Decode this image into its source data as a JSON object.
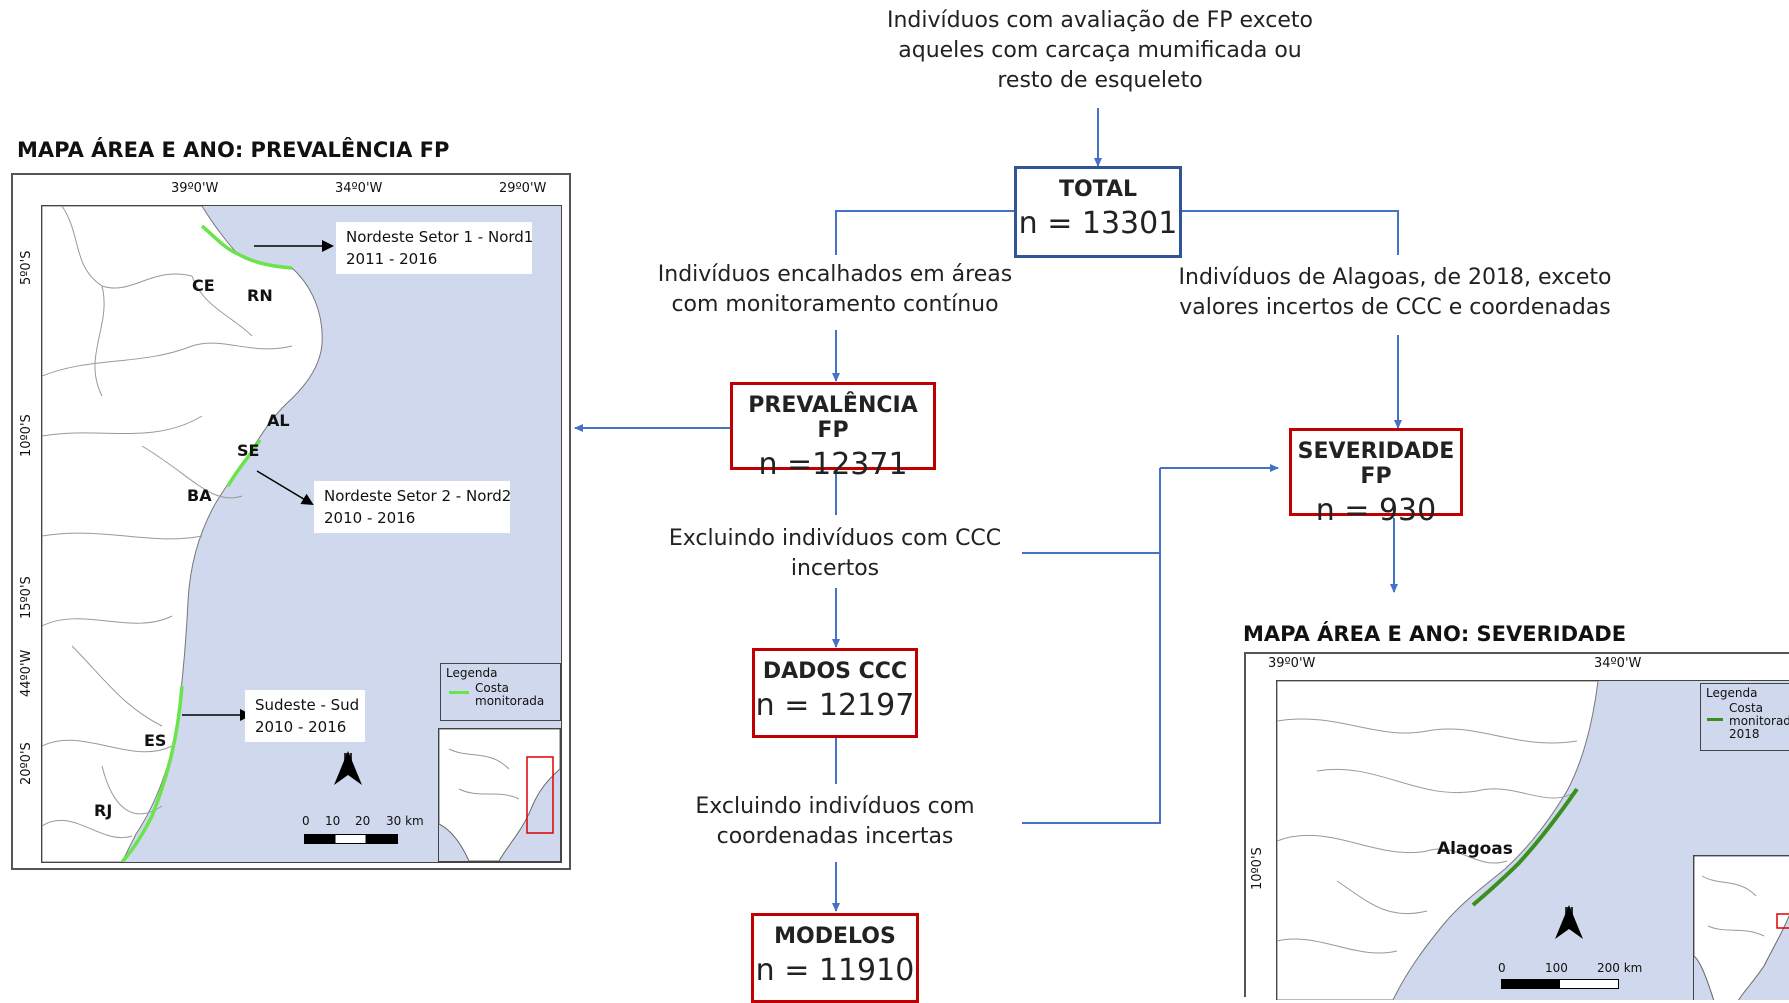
{
  "colors": {
    "blue_arrow": "#4472c4",
    "blue_box": "#2f5597",
    "red_box": "#c00000",
    "sea": "#cfd8ec",
    "coast_green": "#6be34a",
    "coast_green_dark": "#3a8f1f"
  },
  "flow": {
    "top_caption": [
      "Indivíduos com avaliação de FP exceto",
      "aqueles com carcaça mumificada ou",
      "resto de esqueleto"
    ],
    "total": {
      "title": "TOTAL",
      "n": "n = 13301"
    },
    "left_branch_caption": [
      "Indivíduos encalhados em áreas",
      "com monitoramento contínuo"
    ],
    "right_branch_caption": [
      "Indivíduos de Alagoas, de 2018, exceto",
      "valores incertos de CCC e coordenadas"
    ],
    "prevalencia": {
      "title": "PREVALÊNCIA FP",
      "n": "n =12371"
    },
    "severidade": {
      "title": "SEVERIDADE FP",
      "n": "n = 930"
    },
    "exclude_ccc_caption": [
      "Excluindo indivíduos com CCC",
      "incertos"
    ],
    "dados_ccc": {
      "title": "DADOS CCC",
      "n": "n = 12197"
    },
    "exclude_coord_caption": [
      "Excluindo indivíduos com",
      "coordenadas incertas"
    ],
    "modelos": {
      "title": "MODELOS",
      "n": "n = 11910"
    }
  },
  "map_left": {
    "title": "MAPA ÁREA E ANO:  PREVALÊNCIA FP",
    "top_ticks": [
      "39º0'W",
      "34º0'W",
      "29º0'W"
    ],
    "left_ticks": [
      "5º0'S",
      "10º0'S",
      "15º0'S",
      "44º0'W",
      "20º0'S"
    ],
    "states": [
      "CE",
      "RN",
      "AL",
      "SE",
      "BA",
      "ES",
      "RJ"
    ],
    "callouts": [
      {
        "line1": "Nordeste Setor 1 - Nord1",
        "line2": "2011 - 2016"
      },
      {
        "line1": "Nordeste Setor 2 - Nord2",
        "line2": "2010 - 2016"
      },
      {
        "line1": "Sudeste - Sud",
        "line2": "2010 - 2016"
      }
    ],
    "legend": {
      "title": "Legenda",
      "item_line1": "Costa",
      "item_line2": "monitorada"
    },
    "north_label": "N",
    "scale": [
      "0",
      "10",
      "20",
      "30 km"
    ]
  },
  "map_right": {
    "title": "MAPA ÁREA E ANO: SEVERIDADE",
    "top_ticks": [
      "39º0'W",
      "34º0'W"
    ],
    "left_ticks": [
      "10º0'S"
    ],
    "region": "Alagoas",
    "legend": {
      "title": "Legenda",
      "item_line1": "Costa",
      "item_line2": "monitorada",
      "item_line3": "2018"
    },
    "north_label": "N",
    "scale": [
      "0",
      "100",
      "200 km"
    ]
  }
}
